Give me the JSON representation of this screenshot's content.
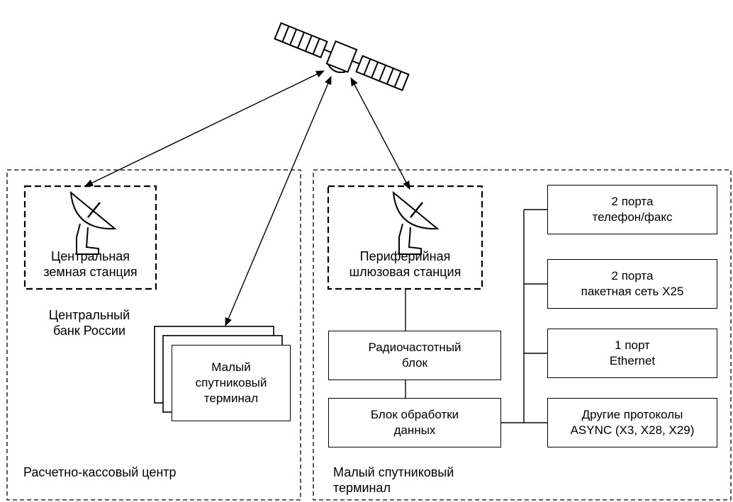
{
  "left_region": {
    "caption": "Расчетно-кассовый центр",
    "station": {
      "line1": "Центральная",
      "line2": "земная станция"
    },
    "bank": {
      "line1": "Центральный",
      "line2": "банк России"
    },
    "terminal": {
      "line1": "Малый",
      "line2": "спутниковый",
      "line3": "терминал"
    }
  },
  "right_region": {
    "caption": {
      "line1": "Малый спутниковый",
      "line2": "терминал"
    },
    "station": {
      "line1": "Периферийная",
      "line2": "шлюзовая станция"
    },
    "rf_block": {
      "line1": "Радиочастотный",
      "line2": "блок"
    },
    "data_block": {
      "line1": "Блок обработки",
      "line2": "данных"
    },
    "ports": [
      {
        "line1": "2 порта",
        "line2": "телефон/факс"
      },
      {
        "line1": "2 порта",
        "line2": "пакетная сеть X25"
      },
      {
        "line1": "1 порт",
        "line2": "Ethernet"
      },
      {
        "line1": "Другие протоколы",
        "line2": "ASYNC (X3, X28, X29)"
      }
    ]
  }
}
